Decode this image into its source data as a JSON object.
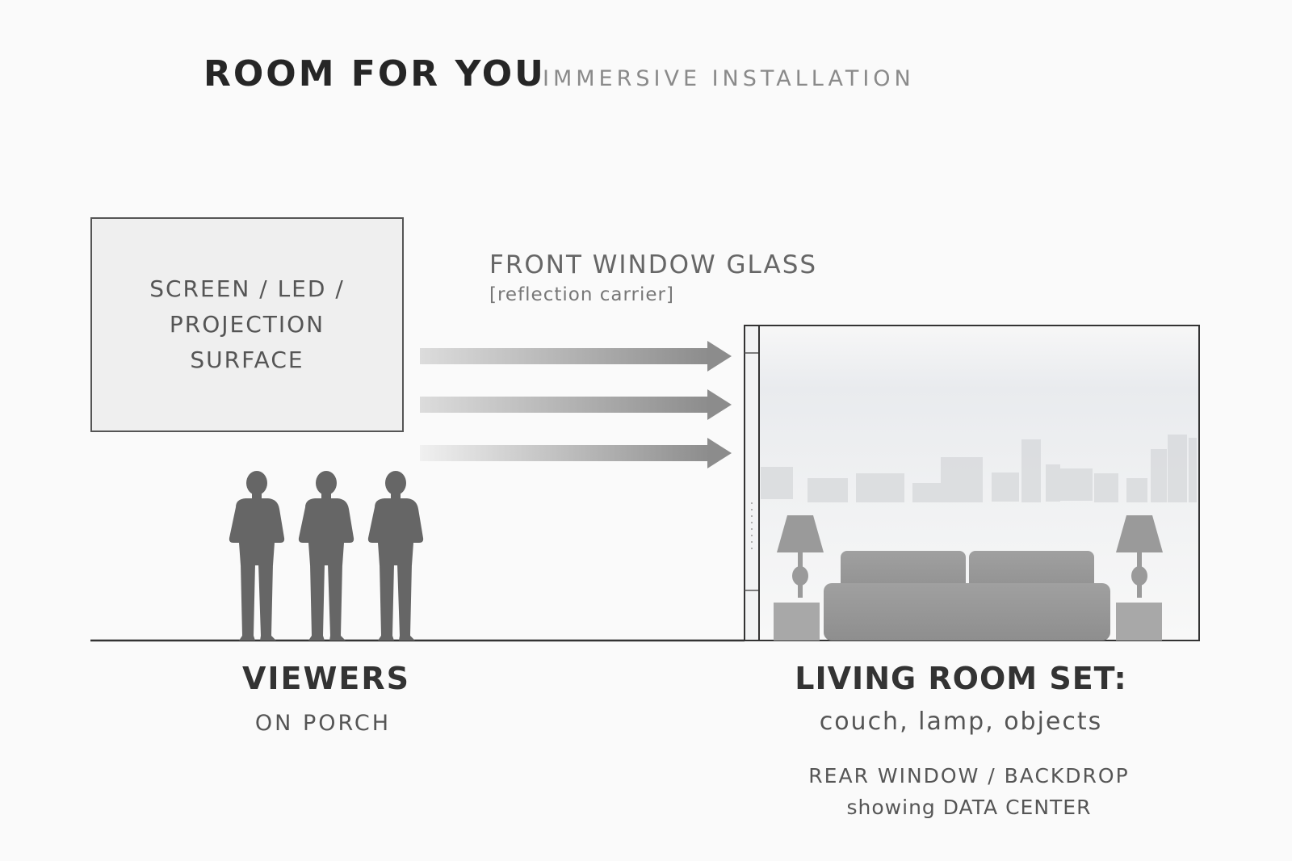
{
  "header": {
    "title": "ROOM FOR YOU",
    "subtitle": "IMMERSIVE INSTALLATION"
  },
  "screen": {
    "label_line1": "SCREEN / LED /",
    "label_line2": "PROJECTION",
    "label_line3": "SURFACE"
  },
  "front_window": {
    "label": "FRONT WINDOW GLASS",
    "sublabel": "[reflection carrier]"
  },
  "viewers": {
    "label": "VIEWERS",
    "sublabel": "ON PORCH",
    "count": 3
  },
  "living_room": {
    "label": "LIVING ROOM SET:",
    "sublabel": "couch, lamp, objects"
  },
  "rear_window": {
    "label": "REAR WINDOW / BACKDROP",
    "sublabel": "showing DATA CENTER"
  },
  "colors": {
    "silhouette": "#666666",
    "outline": "#333333",
    "furniture": "#9a9a9a",
    "arrow": "#8c8c8c"
  }
}
